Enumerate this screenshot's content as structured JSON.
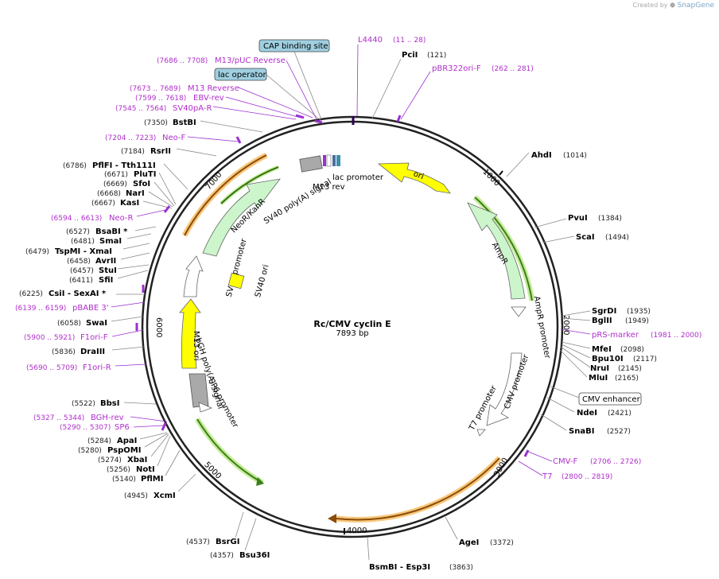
{
  "credit": {
    "prefix": "Created by",
    "brand": "SnapGene"
  },
  "plasmid": {
    "name": "Rc/CMV cyclin E",
    "size": "7893 bp",
    "total_bp": 7893
  },
  "ticks": [
    "1000",
    "2000",
    "3000",
    "4000",
    "5000",
    "6000",
    "7000"
  ],
  "sites": [
    {
      "name": "PciI",
      "pos": "(121)"
    },
    {
      "name": "AhdI",
      "pos": "(1014)"
    },
    {
      "name": "PvuI",
      "pos": "(1384)"
    },
    {
      "name": "ScaI",
      "pos": "(1494)"
    },
    {
      "name": "SgrDI",
      "pos": "(1935)"
    },
    {
      "name": "BglII",
      "pos": "(1949)"
    },
    {
      "name": "MfeI",
      "pos": "(2098)"
    },
    {
      "name": "Bpu10I",
      "pos": "(2117)"
    },
    {
      "name": "NruI",
      "pos": "(2145)"
    },
    {
      "name": "MluI",
      "pos": "(2165)"
    },
    {
      "name": "NdeI",
      "pos": "(2421)"
    },
    {
      "name": "SnaBI",
      "pos": "(2527)"
    },
    {
      "name": "AgeI",
      "pos": "(3372)"
    },
    {
      "name": "BsmBI - Esp3I",
      "pos": "(3863)"
    },
    {
      "name": "Bsu36I",
      "pos": "(4357)"
    },
    {
      "name": "BsrGI",
      "pos": "(4537)"
    },
    {
      "name": "XcmI",
      "pos": "(4945)"
    },
    {
      "name": "PflMI",
      "pos": "(5140)"
    },
    {
      "name": "NotI",
      "pos": "(5256)"
    },
    {
      "name": "XbaI",
      "pos": "(5274)"
    },
    {
      "name": "PspOMI",
      "pos": "(5280)"
    },
    {
      "name": "ApaI",
      "pos": "(5284)"
    },
    {
      "name": "BbsI",
      "pos": "(5522)"
    },
    {
      "name": "DraIII",
      "pos": "(5836)"
    },
    {
      "name": "SwaI",
      "pos": "(6058)"
    },
    {
      "name": "CsiI - SexAI *",
      "pos": "(6225)"
    },
    {
      "name": "SfiI",
      "pos": "(6411)"
    },
    {
      "name": "StuI",
      "pos": "(6457)"
    },
    {
      "name": "AvrII",
      "pos": "(6458)"
    },
    {
      "name": "TspMI - XmaI",
      "pos": "(6479)"
    },
    {
      "name": "SmaI",
      "pos": "(6481)"
    },
    {
      "name": "BsaBI *",
      "pos": "(6527)"
    },
    {
      "name": "KasI",
      "pos": "(6667)"
    },
    {
      "name": "NarI",
      "pos": "(6668)"
    },
    {
      "name": "SfoI",
      "pos": "(6669)"
    },
    {
      "name": "PluTI",
      "pos": "(6671)"
    },
    {
      "name": "PflFI - Tth111I",
      "pos": "(6786)"
    },
    {
      "name": "RsrII",
      "pos": "(7184)"
    },
    {
      "name": "BstBI",
      "pos": "(7350)"
    }
  ],
  "primers": [
    {
      "name": "L4440",
      "pos": "(11 .. 28)"
    },
    {
      "name": "pBR322ori-F",
      "pos": "(262 .. 281)"
    },
    {
      "name": "pRS-marker",
      "pos": "(1981 .. 2000)"
    },
    {
      "name": "CMV-F",
      "pos": "(2706 .. 2726)"
    },
    {
      "name": "T7",
      "pos": "(2800 .. 2819)"
    },
    {
      "name": "SP6",
      "pos": "(5290 .. 5307)"
    },
    {
      "name": "BGH-rev",
      "pos": "(5327 .. 5344)"
    },
    {
      "name": "F1ori-R",
      "pos": "(5690 .. 5709)"
    },
    {
      "name": "F1ori-F",
      "pos": "(5900 .. 5921)"
    },
    {
      "name": "pBABE 3'",
      "pos": "(6139 .. 6159)"
    },
    {
      "name": "Neo-R",
      "pos": "(6594 .. 6613)"
    },
    {
      "name": "Neo-F",
      "pos": "(7204 .. 7223)"
    },
    {
      "name": "SV40pA-R",
      "pos": "(7545 .. 7564)"
    },
    {
      "name": "EBV-rev",
      "pos": "(7599 .. 7618)"
    },
    {
      "name": "M13 Reverse",
      "pos": "(7673 .. 7689)"
    },
    {
      "name": "M13/pUC Reverse",
      "pos": "(7686 .. 7708)"
    }
  ],
  "boxed_features": [
    {
      "name": "CAP binding site"
    },
    {
      "name": "lac operator"
    },
    {
      "name": "CMV enhancer"
    }
  ],
  "features": [
    {
      "name": "ori"
    },
    {
      "name": "AmpR"
    },
    {
      "name": "AmpR promoter"
    },
    {
      "name": "CMV promoter"
    },
    {
      "name": "T7 promoter"
    },
    {
      "name": "SP6 promoter"
    },
    {
      "name": "bGH poly(A) signal"
    },
    {
      "name": "M13 ori"
    },
    {
      "name": "SV40 promoter"
    },
    {
      "name": "SV40 ori"
    },
    {
      "name": "NeoR/KanR"
    },
    {
      "name": "SV40 poly(A) signal"
    },
    {
      "name": "lac promoter"
    },
    {
      "name": "M13 rev"
    }
  ],
  "colors": {
    "ori": "#ffff00",
    "resistance": "#ccf5cc",
    "promoter": "#ffffff",
    "signal": "#a9a9a9",
    "primer": "#9b30d0",
    "orf_halo_orange": "#f7c77a",
    "orf_halo_green": "#c6ec9a",
    "boxed": "#9fcfe0"
  }
}
